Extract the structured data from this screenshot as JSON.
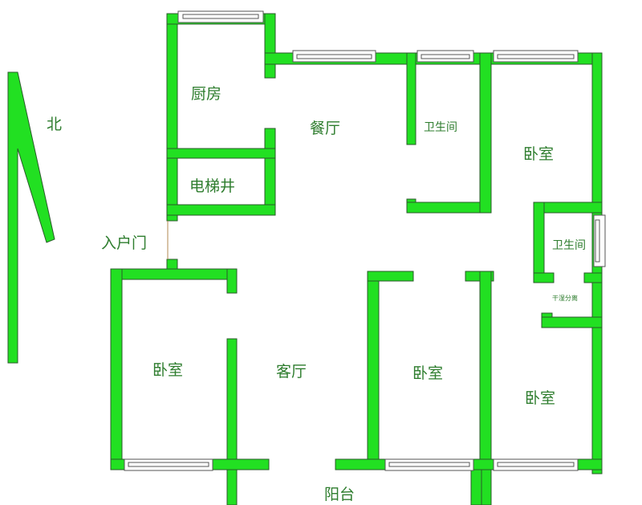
{
  "north_label": "北",
  "rooms": {
    "kitchen": "厨房",
    "dining": "餐厅",
    "bathroom_top": "卫生间",
    "bedroom_ne": "卧室",
    "elevator": "电梯井",
    "entrance": "入户门",
    "bathroom_right": "卫生间",
    "dry_wet": "干湿分离",
    "bedroom_w": "卧室",
    "living": "客厅",
    "bedroom_mid": "卧室",
    "bedroom_se": "卧室",
    "balcony": "阳台"
  },
  "colors": {
    "wall": "#22e022",
    "text": "#2e7d2e"
  }
}
